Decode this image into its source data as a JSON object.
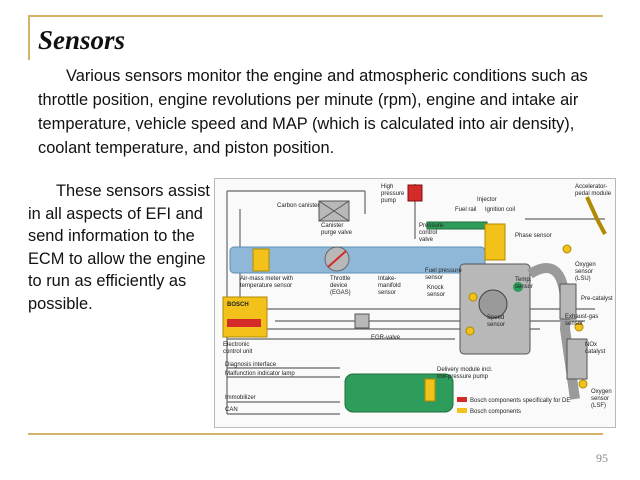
{
  "slide": {
    "title": "Sensors",
    "paragraph1": "Various sensors monitor the engine and atmospheric conditions such as throttle position, engine revolutions per minute (rpm), engine and intake air  temperature, vehicle speed and MAP (which is calculated into air density), coolant temperature, and piston position.",
    "paragraph2": "These sensors assist in all aspects of EFI and send information to the ECM to allow the engine to run as efficiently as possible.",
    "page_number": "95"
  },
  "diagram": {
    "labels": {
      "carbon_canister": "Carbon canister",
      "high_pressure_pump": [
        "High",
        "pressure",
        "pump"
      ],
      "fuel_rail": "Fuel rail",
      "injector": "Injector",
      "ignition_coil": "Ignition coil",
      "accelerator_pedal_module": [
        "Accelerator-",
        "pedal module"
      ],
      "canister_purge_valve": [
        "Canister",
        "purge valve"
      ],
      "pressure_control_valve": [
        "Pressure-",
        "control",
        "valve"
      ],
      "phase_sensor": "Phase sensor",
      "bosch_logo": "BOSCH",
      "air_mass_meter": [
        "Air-mass meter with",
        "temperature sensor"
      ],
      "throttle_device": [
        "Throttle",
        "device",
        "(EGAS)"
      ],
      "intake_manifold_sensor": [
        "Intake-",
        "manifold",
        "sensor"
      ],
      "fuel_pressure_sensor": [
        "Fuel pressure",
        "sensor"
      ],
      "knock_sensor": [
        "Knock",
        "sensor"
      ],
      "temp_sensor": [
        "Temp.",
        "sensor"
      ],
      "oxygen_sensor_lsu": [
        "Oxygen",
        "sensor",
        "(LSU)"
      ],
      "pre_catalyst": "Pre-catalyst",
      "egr_valve": "EGR-valve",
      "speed_sensor": [
        "Speed",
        "sensor"
      ],
      "exhaust_gas_sensor": [
        "Exhaust-gas",
        "sensor"
      ],
      "ecu": [
        "Electronic",
        "control unit"
      ],
      "nox_catalyst": [
        "NOx",
        "catalyst"
      ],
      "diagnosis_interface": "Diagnosis interface",
      "malfunction_lamp": "Malfunction indicator lamp",
      "delivery_module": [
        "Delivery module incl.",
        "low-pressure pump"
      ],
      "oxygen_sensor_lsf": [
        "Oxygen",
        "sensor",
        "(LSF)"
      ],
      "immobilizer": "Immobilizer",
      "can": "CAN",
      "legend_de": "Bosch components specifically for DE",
      "legend_bosch": "Bosch components"
    },
    "colors": {
      "pipe": "#8fb8d8",
      "component_gray": "#b8b8b8",
      "ecu_yellow": "#f2c21a",
      "fuel_green": "#2e9c5a",
      "accent_red": "#d42a2a",
      "wire": "#666666"
    }
  }
}
